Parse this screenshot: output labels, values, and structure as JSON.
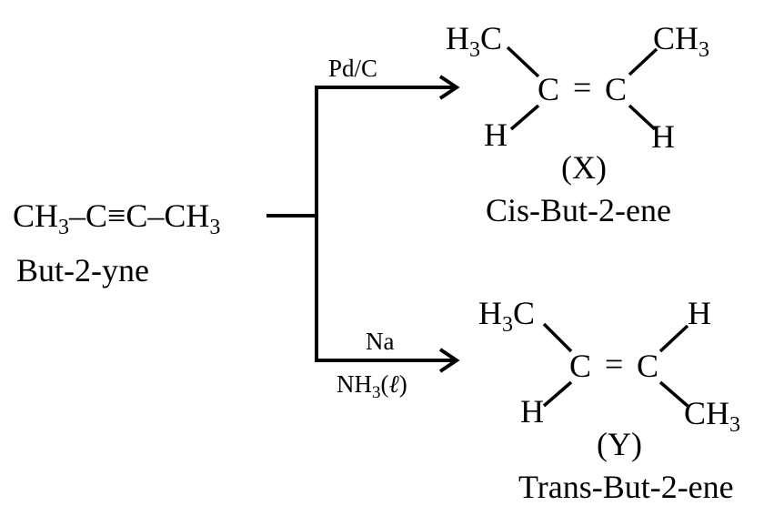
{
  "reactant": {
    "formula_parts": [
      "CH",
      "3",
      "–C≡C–CH",
      "3"
    ],
    "name": "But-2-yne"
  },
  "upper_path": {
    "reagent": "Pd/C",
    "product": {
      "left_top": [
        "H",
        "3",
        "C"
      ],
      "right_top": [
        "CH",
        "3"
      ],
      "left_bottom": "H",
      "right_bottom": "H",
      "carbon_left": "C",
      "equals": "=",
      "carbon_right": "C",
      "label": "(X)",
      "name": "Cis-But-2-ene"
    }
  },
  "lower_path": {
    "reagent_top": "Na",
    "reagent_bottom": [
      "NH",
      "3",
      "(",
      "ℓ",
      ")"
    ],
    "product": {
      "left_top": [
        "H",
        "3",
        "C"
      ],
      "right_top": "H",
      "left_bottom": "H",
      "right_bottom": [
        "CH",
        "3"
      ],
      "carbon_left": "C",
      "equals": "=",
      "carbon_right": "C",
      "label": "(Y)",
      "name": "Trans-But-2-ene"
    }
  }
}
